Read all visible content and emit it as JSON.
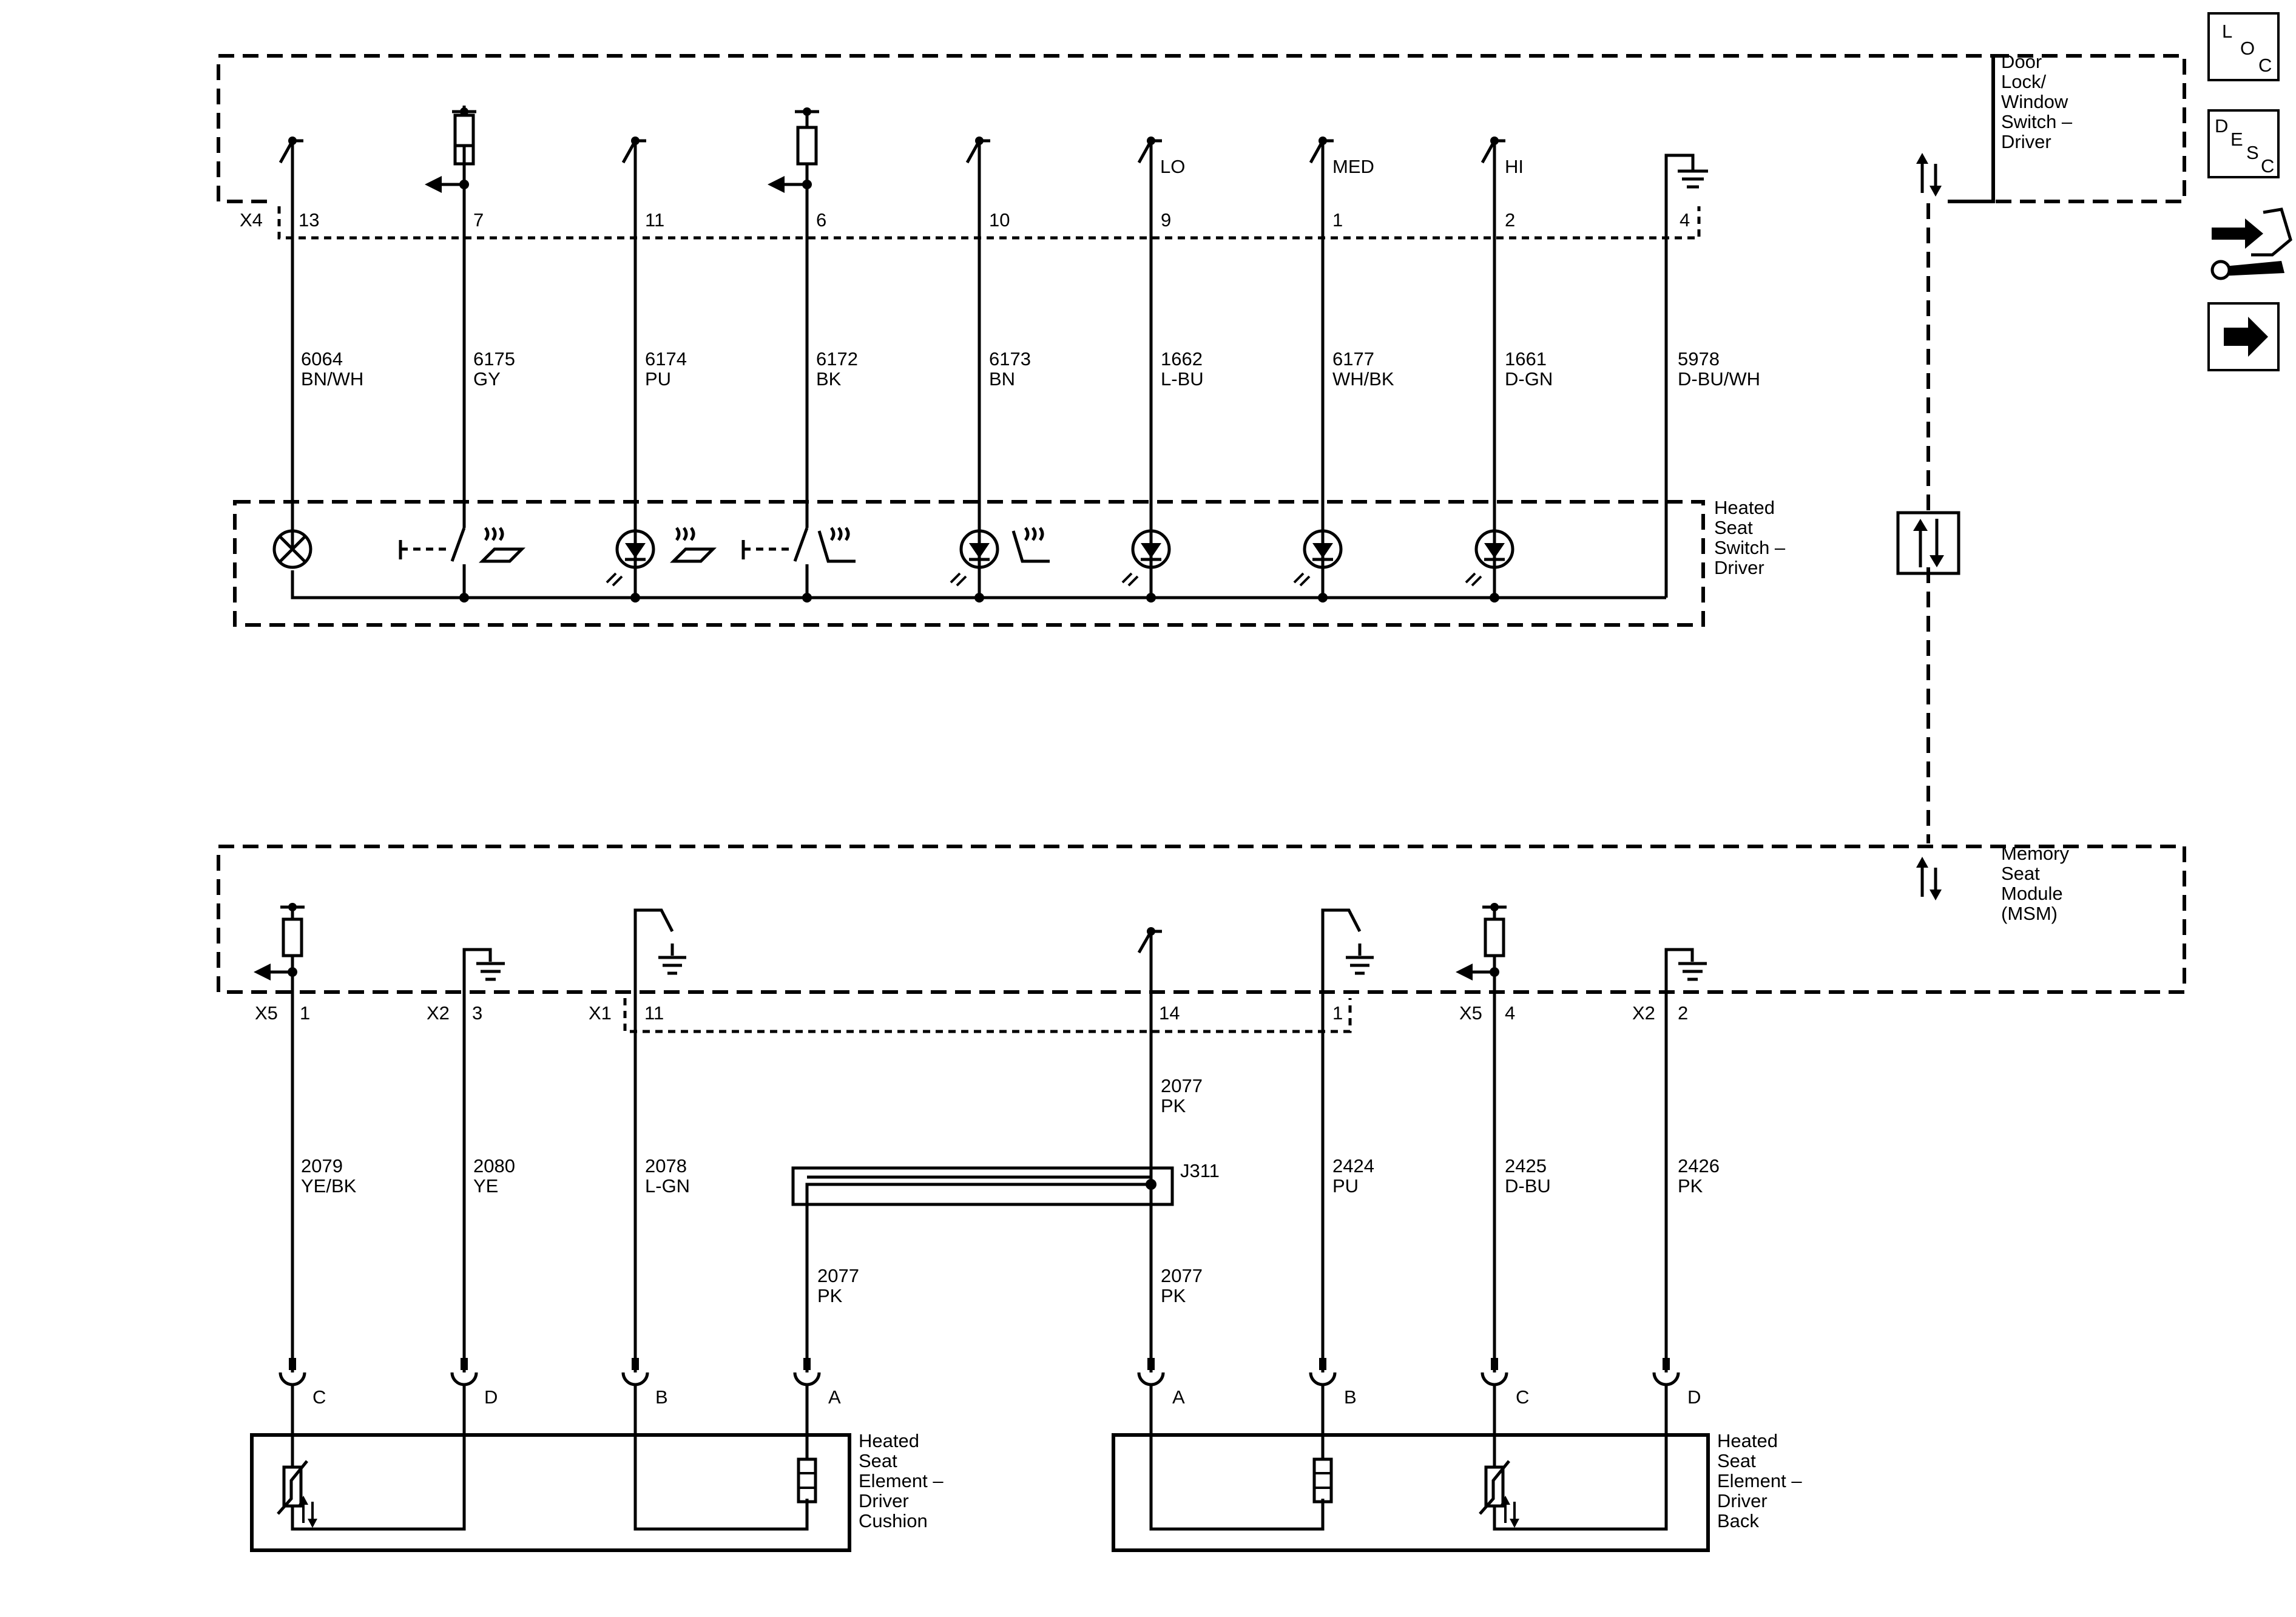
{
  "icons": {
    "loc_letters": [
      "L",
      "O",
      "C"
    ],
    "desc_letters": [
      "D",
      "E",
      "S",
      "C"
    ],
    "names": [
      "loc-icon",
      "desc-icon",
      "connector-repair-icon",
      "next-page-arrow-icon"
    ]
  },
  "door_switch": {
    "label_lines": [
      "Door",
      "Lock/",
      "Window",
      "Switch –",
      "Driver"
    ],
    "connector": "X4",
    "pin_labels": [
      "LO",
      "MED",
      "HI"
    ],
    "pins": [
      "13",
      "7",
      "11",
      "6",
      "10",
      "9",
      "1",
      "2",
      "4"
    ]
  },
  "upper_wires": [
    {
      "circuit": "6064",
      "color": "BN/WH"
    },
    {
      "circuit": "6175",
      "color": "GY"
    },
    {
      "circuit": "6174",
      "color": "PU"
    },
    {
      "circuit": "6172",
      "color": "BK"
    },
    {
      "circuit": "6173",
      "color": "BN"
    },
    {
      "circuit": "1662",
      "color": "L-BU"
    },
    {
      "circuit": "6177",
      "color": "WH/BK"
    },
    {
      "circuit": "1661",
      "color": "D-GN"
    },
    {
      "circuit": "5978",
      "color": "D-BU/WH"
    }
  ],
  "heated_seat_switch": {
    "label_lines": [
      "Heated",
      "Seat",
      "Switch –",
      "Driver"
    ]
  },
  "msm": {
    "label_lines": [
      "Memory",
      "Seat",
      "Module",
      "(MSM)"
    ],
    "connectors": [
      "X5",
      "X2",
      "X1",
      "X5",
      "X2"
    ],
    "pins": [
      "1",
      "3",
      "11",
      "14",
      "1",
      "4",
      "2"
    ]
  },
  "lower_wires": [
    {
      "circuit": "2079",
      "color": "YE/BK"
    },
    {
      "circuit": "2080",
      "color": "YE"
    },
    {
      "circuit": "2078",
      "color": "L-GN"
    },
    {
      "circuit": "2077",
      "color": "PK"
    },
    {
      "circuit": "2424",
      "color": "PU"
    },
    {
      "circuit": "2425",
      "color": "D-BU"
    },
    {
      "circuit": "2426",
      "color": "PK"
    }
  ],
  "splice": {
    "name": "J311",
    "upper_wire": {
      "circuit": "2077",
      "color": "PK"
    },
    "left_wire": {
      "circuit": "2077",
      "color": "PK"
    },
    "right_wire": {
      "circuit": "2077",
      "color": "PK"
    }
  },
  "cushion_element": {
    "label_lines": [
      "Heated",
      "Seat",
      "Element –",
      "Driver",
      "Cushion"
    ],
    "terminals": [
      "C",
      "D",
      "B",
      "A"
    ]
  },
  "back_element": {
    "label_lines": [
      "Heated",
      "Seat",
      "Element –",
      "Driver",
      "Back"
    ],
    "terminals": [
      "A",
      "B",
      "C",
      "D"
    ]
  }
}
